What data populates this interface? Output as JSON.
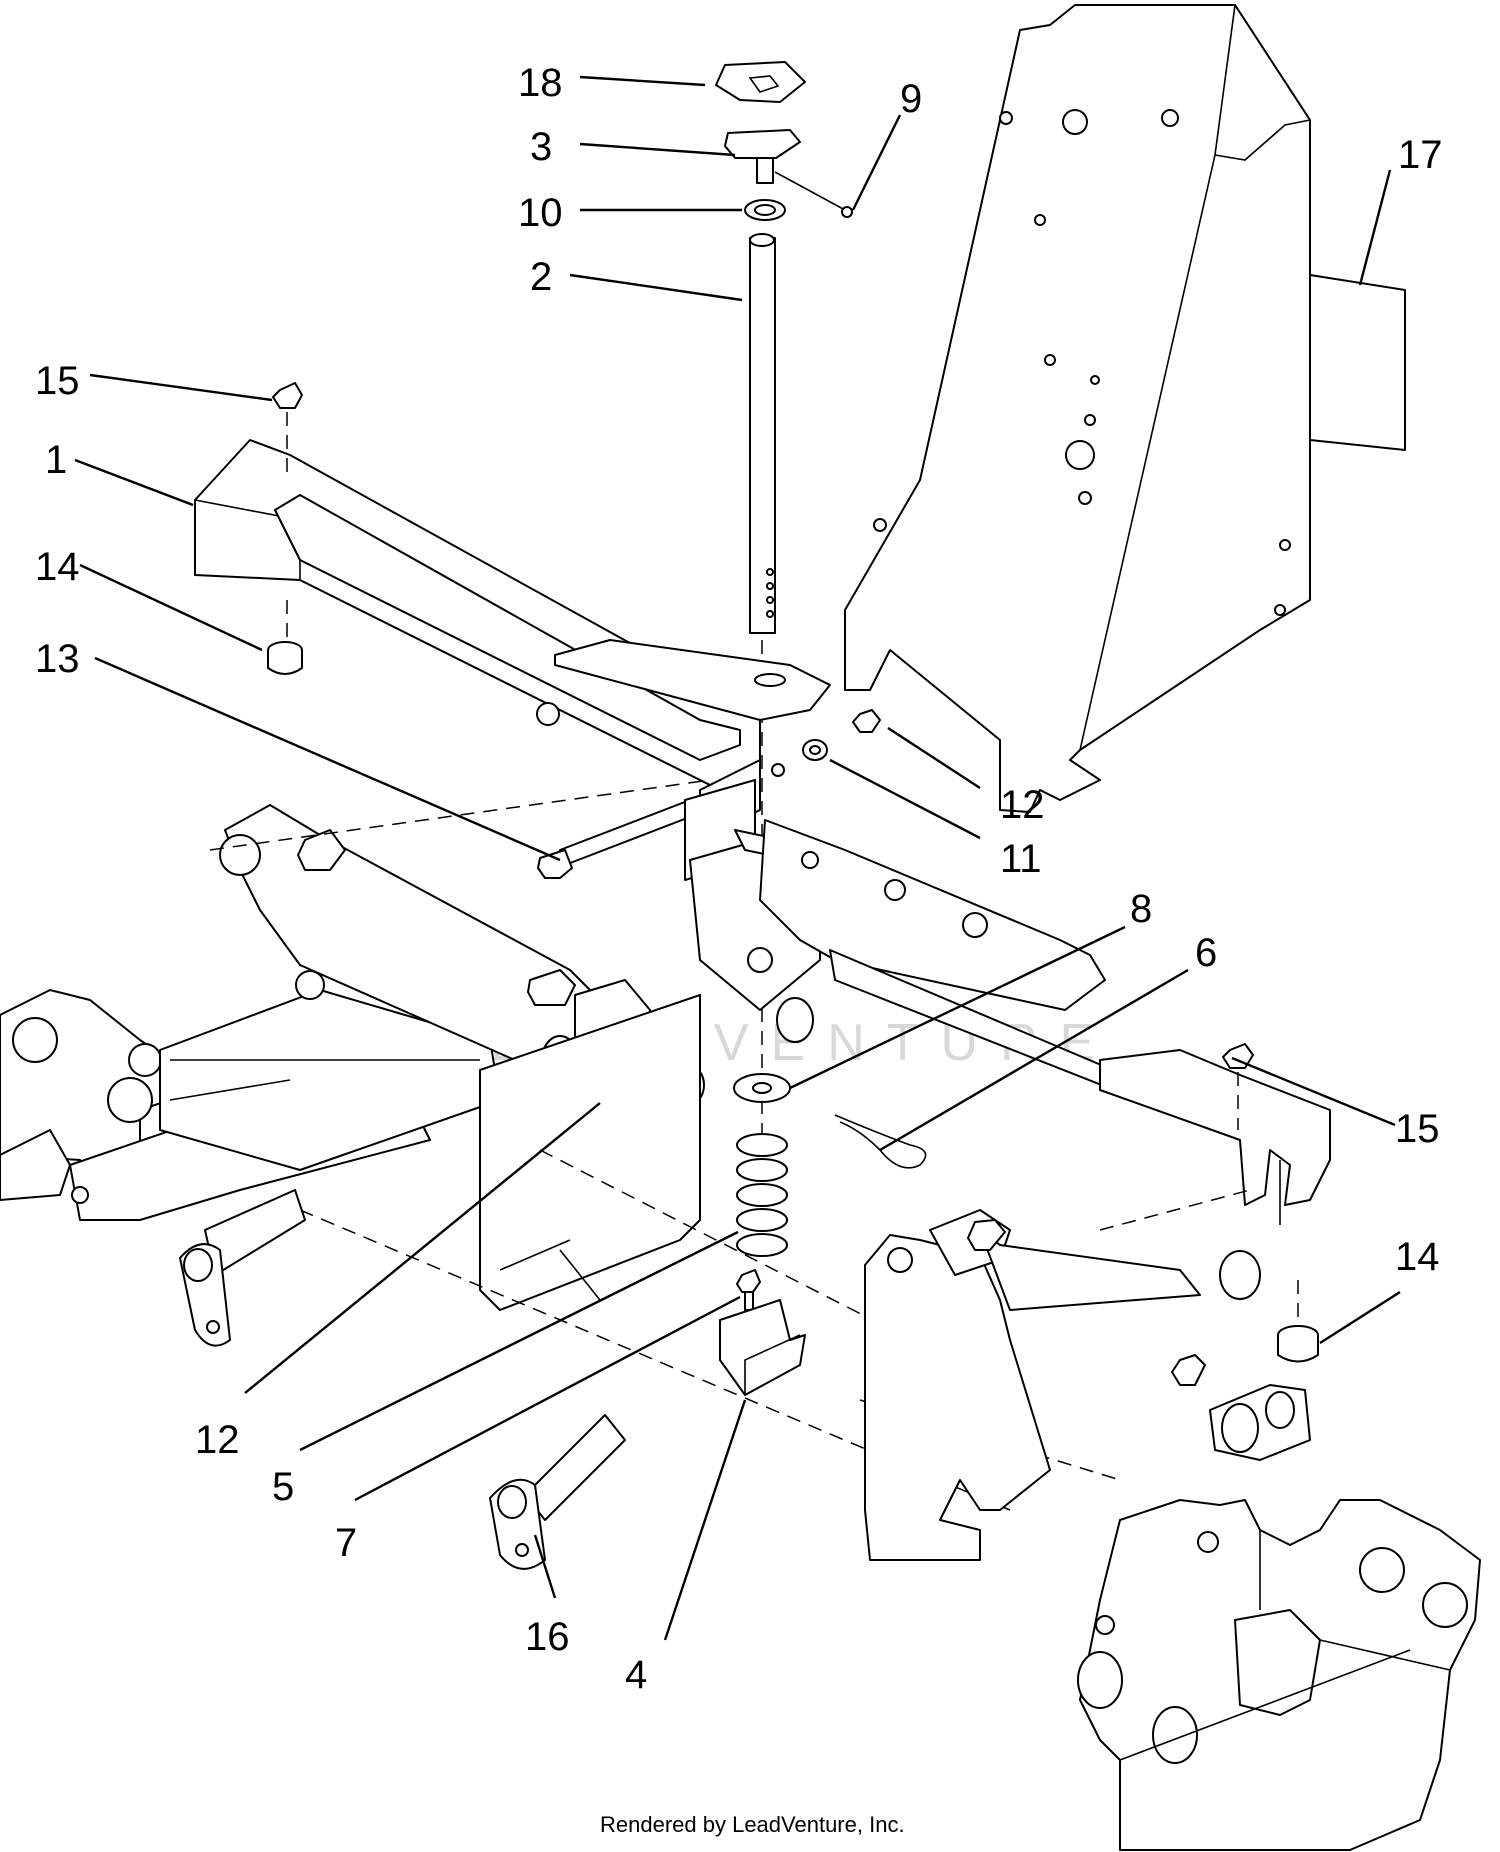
{
  "diagram": {
    "callouts": [
      {
        "id": "c18",
        "label": "18"
      },
      {
        "id": "c9",
        "label": "9"
      },
      {
        "id": "c3",
        "label": "3"
      },
      {
        "id": "c10",
        "label": "10"
      },
      {
        "id": "c17",
        "label": "17"
      },
      {
        "id": "c2",
        "label": "2"
      },
      {
        "id": "c15a",
        "label": "15"
      },
      {
        "id": "c1",
        "label": "1"
      },
      {
        "id": "c14a",
        "label": "14"
      },
      {
        "id": "c13",
        "label": "13"
      },
      {
        "id": "c12a",
        "label": "12"
      },
      {
        "id": "c11",
        "label": "11"
      },
      {
        "id": "c8",
        "label": "8"
      },
      {
        "id": "c6",
        "label": "6"
      },
      {
        "id": "c15b",
        "label": "15"
      },
      {
        "id": "c14b",
        "label": "14"
      },
      {
        "id": "c12b",
        "label": "12"
      },
      {
        "id": "c5",
        "label": "5"
      },
      {
        "id": "c7",
        "label": "7"
      },
      {
        "id": "c16",
        "label": "16"
      },
      {
        "id": "c4",
        "label": "4"
      }
    ],
    "watermark": "LEADVENTURE",
    "credit": "Rendered by LeadVenture, Inc."
  }
}
